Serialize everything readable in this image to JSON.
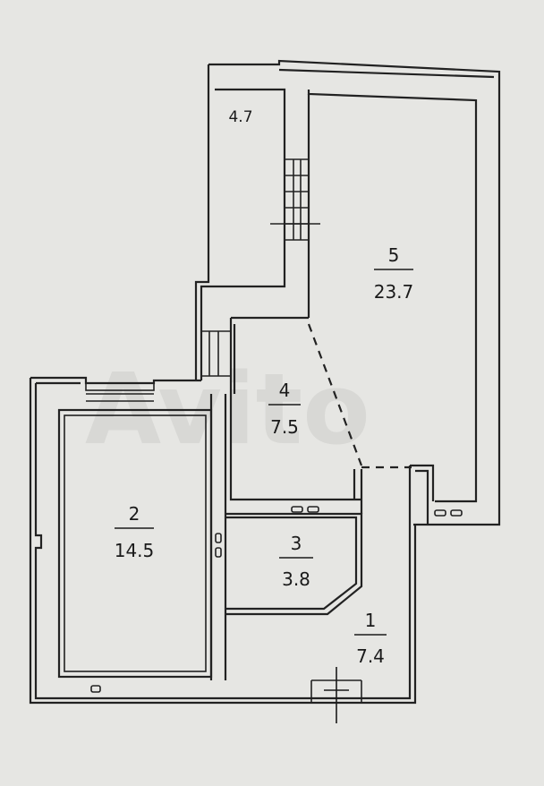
{
  "rooms": [
    {
      "id": "1",
      "number": "1",
      "area": "7.4"
    },
    {
      "id": "2",
      "number": "2",
      "area": "14.5"
    },
    {
      "id": "3",
      "number": "3",
      "area": "3.8"
    },
    {
      "id": "4",
      "number": "4",
      "area": "7.5"
    },
    {
      "id": "5",
      "number": "5",
      "area": "23.7"
    },
    {
      "id": "balcony",
      "number": "",
      "area": "4.7"
    }
  ],
  "watermark": "Avito",
  "colors": {
    "paper": "#e6e6e3",
    "ink": "#222222",
    "watermark": "#d8d8d5"
  }
}
